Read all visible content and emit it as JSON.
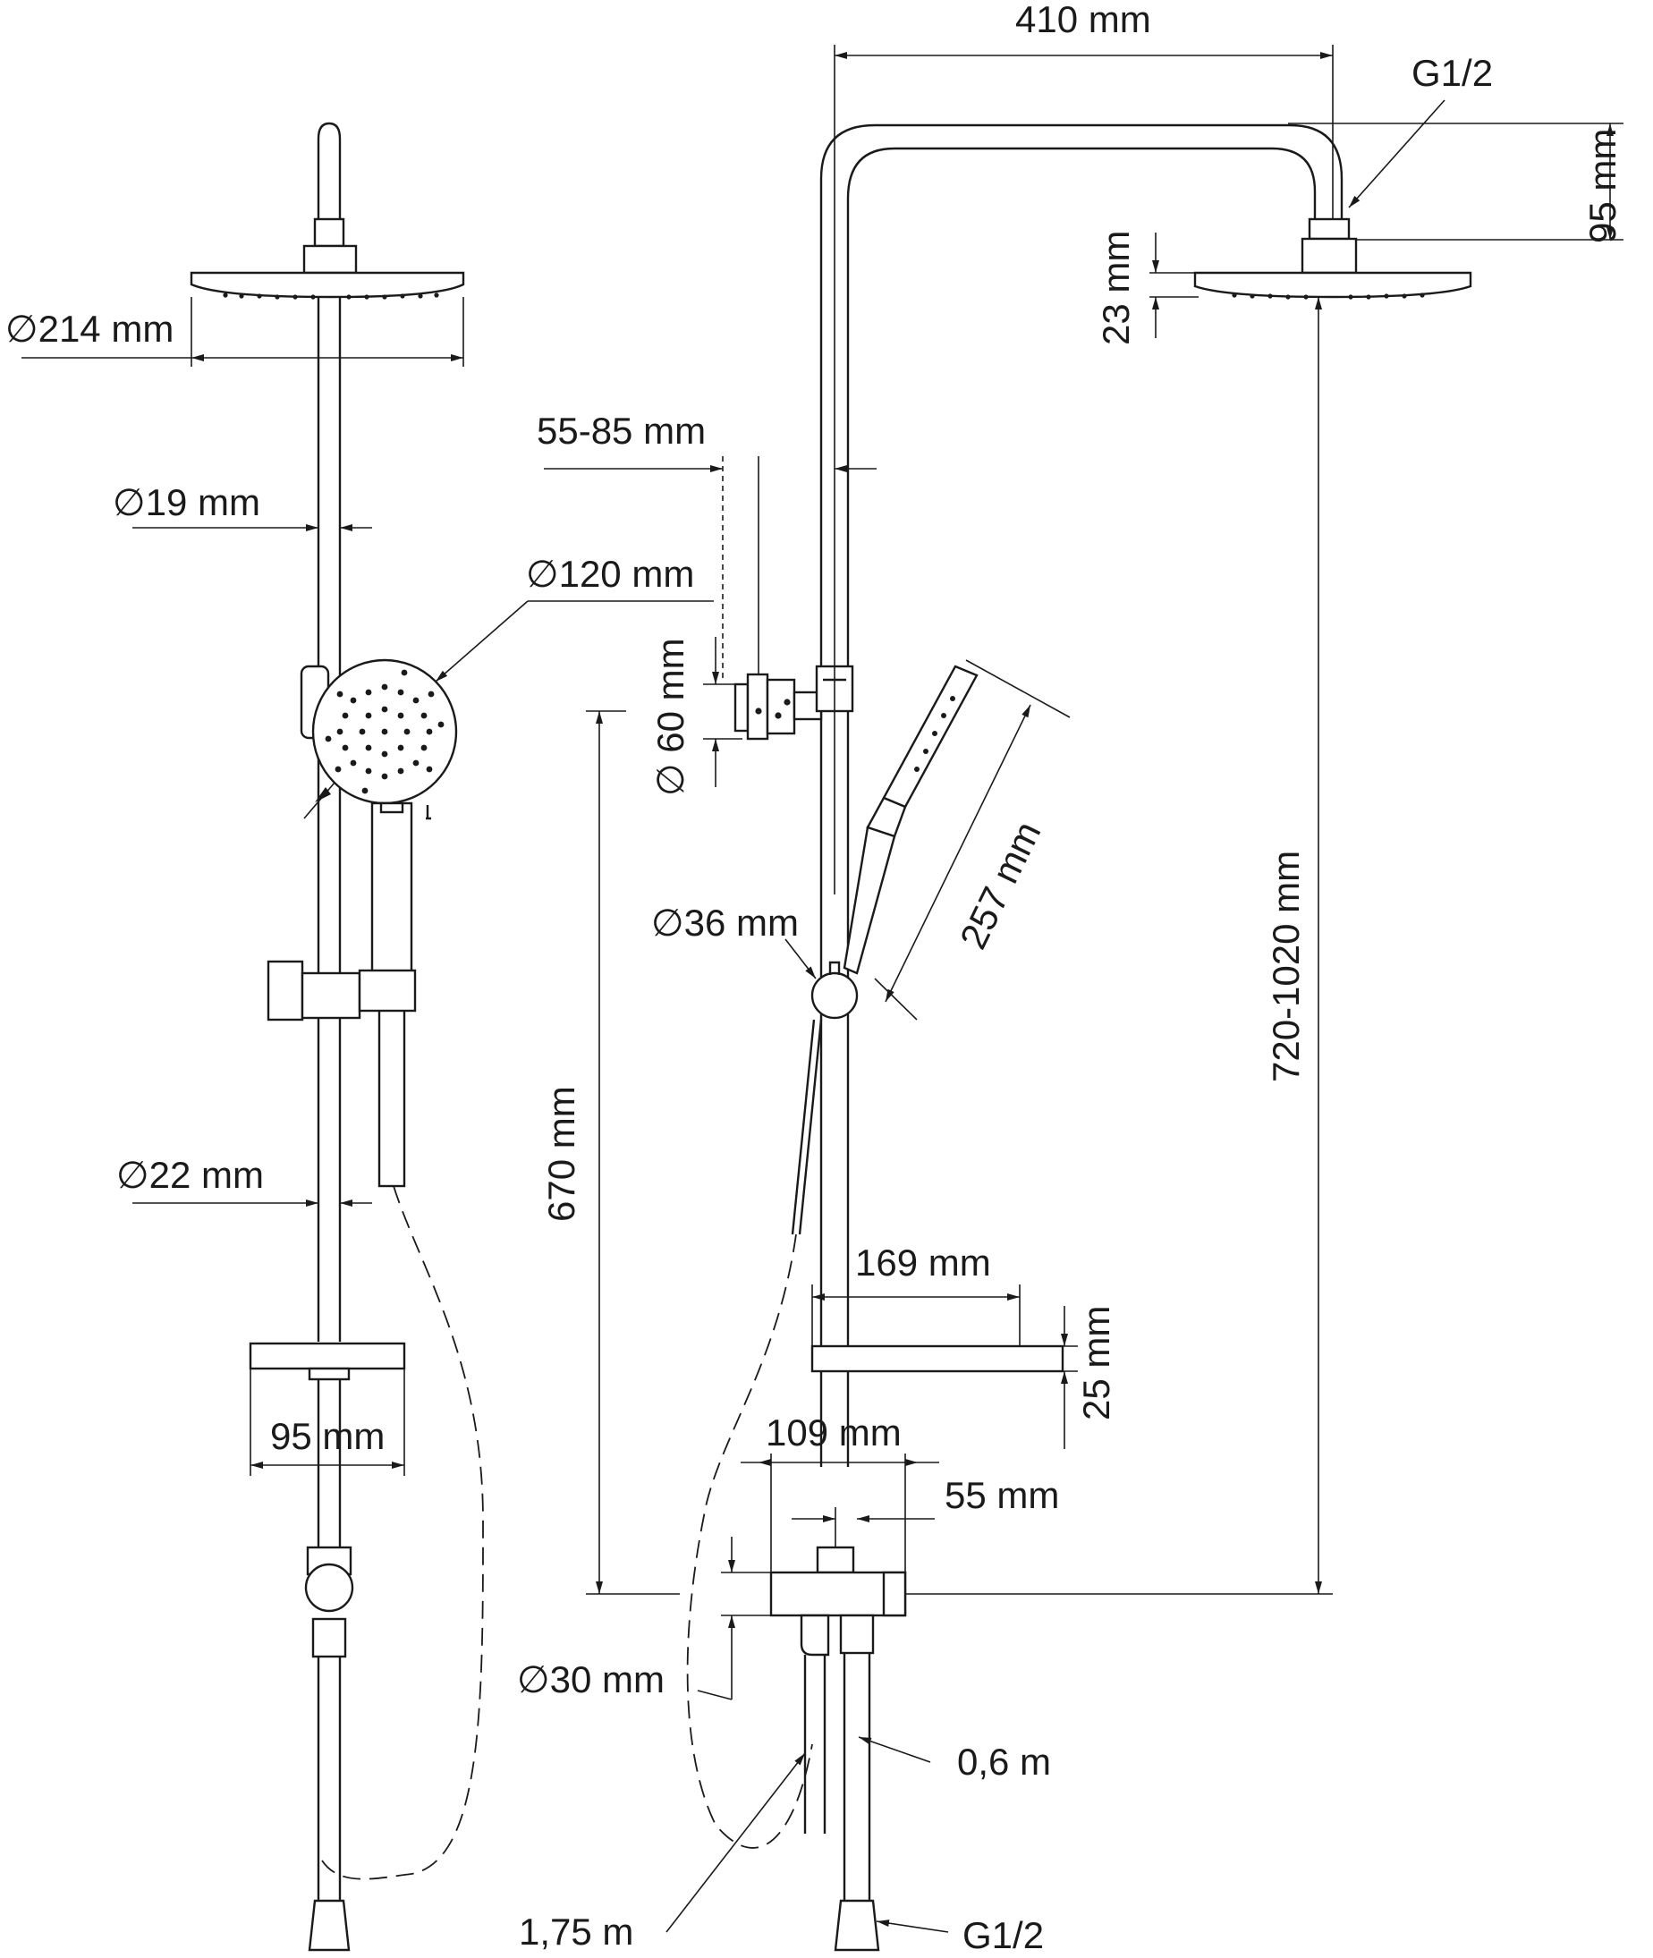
{
  "labels": {
    "top_width": "410 mm",
    "connection_top": "G1/2",
    "arm_height": "95 mm",
    "head_thickness": "23 mm",
    "overhead_diameter": "∅214 mm",
    "pipe_upper_diameter": "∅19 mm",
    "hand_shower_diameter": "∅120 mm",
    "wall_distance": "55-85 mm",
    "bracket_diameter": "∅ 60 mm",
    "knob_diameter": "∅36 mm",
    "hand_shower_length": "257 mm",
    "adjust_height": "720-1020 mm",
    "rail_height": "670 mm",
    "pipe_lower_diameter": "∅22 mm",
    "shelf_length": "169 mm",
    "shelf_height": "25 mm",
    "shelf_depth": "95 mm",
    "mixer_width": "109 mm",
    "mixer_offset": "55 mm",
    "mixer_diameter": "∅30 mm",
    "hose_short": "0,6 m",
    "hose_long": "1,75 m",
    "connection_bottom": "G1/2"
  }
}
